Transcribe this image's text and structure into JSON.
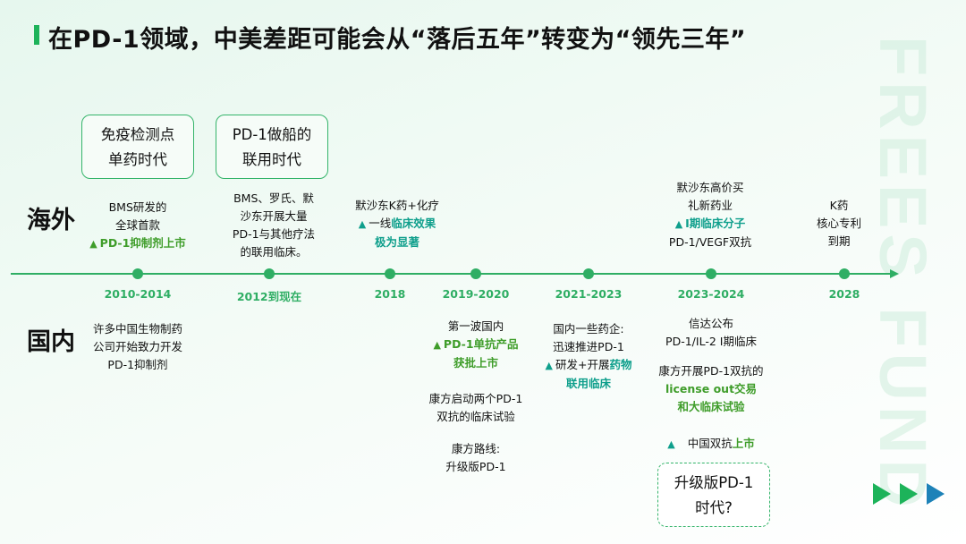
{
  "title": "在PD-1领域，中美差距可能会从“落后五年”转变为“领先三年”",
  "watermark": "FREES FUND",
  "regions": {
    "overseas": "海外",
    "domestic": "国内"
  },
  "era_boxes": [
    {
      "line1": "免疫检测点",
      "line2": "单药时代"
    },
    {
      "line1": "PD-1做船的",
      "line2": "联用时代"
    },
    {
      "line1": "升级版PD-1",
      "line2": "时代?"
    }
  ],
  "timeline": [
    "2010-2014",
    "2012到现在",
    "2018",
    "2019-2020",
    "2021-2023",
    "2023-2024",
    "2028"
  ],
  "overseas_events": [
    {
      "lines": [
        "BMS研发的",
        "全球首款"
      ],
      "hl_pre": "",
      "hl": "PD-1抑制剂上市",
      "hl2": ""
    },
    {
      "lines": [
        "BMS、罗氏、默",
        "沙东开展大量",
        "PD-1与其他疗法",
        "的联用临床。"
      ]
    },
    {
      "line1": "默沙东K药+化疗",
      "pre": "一线",
      "hl": "临床效果",
      "hl2": "极为显著"
    },
    {
      "lines": [
        "默沙东高价买",
        "礼新药业"
      ],
      "hl": "I期临床分子",
      "tail": "PD-1/VEGF双抗"
    },
    {
      "lines": [
        "K药",
        "核心专利",
        "到期"
      ]
    }
  ],
  "domestic_events": [
    {
      "lines": [
        "许多中国生物制药",
        "公司开始致力开发",
        "PD-1抑制剂"
      ]
    },
    {
      "line1": "第一波国内",
      "hl": "PD-1单抗产品",
      "hl2": "获批上市"
    },
    {
      "lines": [
        "康方启动两个PD-1",
        "双抗的临床试验"
      ]
    },
    {
      "lines": [
        "康方路线:",
        "升级版PD-1"
      ]
    },
    {
      "lines": [
        "国内一些药企:",
        "迅速推进PD-1"
      ],
      "pre": "研发+开展",
      "hl": "药物",
      "hl2": "联用临床"
    },
    {
      "lines": [
        "信达公布",
        "PD-1/IL-2 I期临床"
      ]
    },
    {
      "line1": "康方开展PD-1双抗的",
      "hl": "license out交易",
      "hl2": "和大临床试验"
    },
    {
      "pre": "中国双抗",
      "hl": "上市"
    }
  ],
  "colors": {
    "accent": "#2fae64",
    "highlight_green": "#3f9d2a",
    "highlight_teal": "#0f9f8c"
  },
  "icons": [
    "play-arrow-icon",
    "play-arrow-icon",
    "play-arrow-icon"
  ]
}
